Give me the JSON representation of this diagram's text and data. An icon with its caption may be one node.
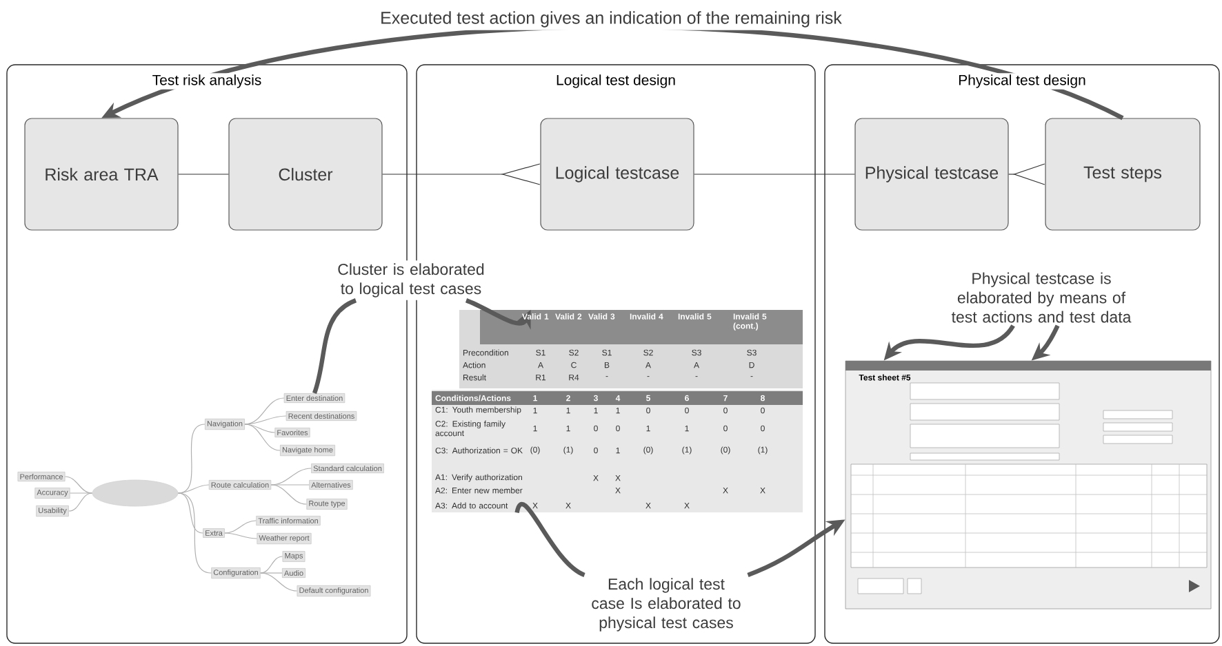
{
  "diagram": {
    "nodes": [
      {
        "text": [
          "Test risk analysis"
        ]
      },
      {
        "text": [
          "Logical test design"
        ]
      },
      {
        "text": [
          "Physical test design"
        ]
      },
      {
        "text": [
          "Risk area TRA"
        ],
        "in": 0
      },
      {
        "text": [
          "Cluster"
        ],
        "in": 0
      },
      {
        "text": [
          "Logical testcase"
        ],
        "in": 1
      },
      {
        "text": [
          "Physical testcase"
        ],
        "in": 2
      },
      {
        "text": [
          "Test steps"
        ],
        "in": 2
      },
      {
        "text": [
          "Cluster is elaborated to logical test cases"
        ]
      },
      {
        "text": [
          "Physical testcase is elaborated by means of test actions and test data"
        ],
        "in": 2
      },
      {
        "text": [
          "Each logical test case Is elaborated to physical test cases"
        ],
        "in": 1
      },
      {
        "text": [],
        "shape": "box",
        "in": 1
      },
      {
        "text": [
          "Test sheet #5"
        ],
        "in": 2
      },
      {
        "text": [],
        "shape": "ellipse",
        "in": 0
      },
      {
        "text": [
          "Performance"
        ],
        "in": 0
      },
      {
        "text": [
          "Accuracy"
        ],
        "in": 0
      },
      {
        "text": [
          "Usability"
        ],
        "in": 0
      },
      {
        "text": [
          "Navigation"
        ],
        "in": 0
      },
      {
        "text": [
          "Enter destination"
        ],
        "in": 0
      },
      {
        "text": [
          "Recent destinations"
        ],
        "in": 0
      },
      {
        "text": [
          "Favorites"
        ],
        "in": 0
      },
      {
        "text": [
          "Navigate home"
        ],
        "in": 0
      },
      {
        "text": [
          "Route calculation"
        ],
        "in": 0
      },
      {
        "text": [
          "Standard calculation"
        ],
        "in": 0
      },
      {
        "text": [
          "Alternatives"
        ],
        "in": 0
      },
      {
        "text": [
          "Route type"
        ],
        "in": 0
      },
      {
        "text": [
          "Extra"
        ],
        "in": 0
      },
      {
        "text": [
          "Traffic information"
        ],
        "in": 0
      },
      {
        "text": [
          "Weather report"
        ],
        "in": 0
      },
      {
        "text": [
          "Configuration"
        ],
        "in": 0
      },
      {
        "text": [
          "Maps"
        ],
        "in": 0
      },
      {
        "text": [
          "Audio"
        ],
        "in": 0
      },
      {
        "text": [
          "Default configuration"
        ],
        "in": 0
      }
    ],
    "edges": [
      {
        "from": 3,
        "to": 4,
        "arrow": "none",
        "color": "#333333"
      },
      {
        "from": 4,
        "to": 5,
        "arrow": "other",
        "color": "#333333"
      },
      {
        "from": 5,
        "to": 6,
        "arrow": "none",
        "color": "#333333"
      },
      {
        "from": 6,
        "to": 7,
        "arrow": "other",
        "color": "#333333"
      },
      {
        "from": 7,
        "to": 3,
        "arrow": "to",
        "label": "Executed test action gives an indication of the remaining risk",
        "style": "thick",
        "color": "#5a5a5a"
      },
      {
        "from": 8,
        "to": 18,
        "arrow": "none",
        "style": "thick",
        "color": "#5a5a5a"
      },
      {
        "from": 8,
        "to": 11,
        "arrow": "to",
        "style": "thick",
        "color": "#5a5a5a"
      },
      {
        "from": 9,
        "to": 12,
        "arrow": "to",
        "style": "thick",
        "color": "#5a5a5a"
      },
      {
        "from": 9,
        "to": 12,
        "arrow": "to",
        "style": "thick",
        "color": "#5a5a5a"
      },
      {
        "from": 10,
        "to": 11,
        "arrow": "none",
        "style": "thick",
        "color": "#5a5a5a"
      },
      {
        "from": 10,
        "to": 12,
        "arrow": "to",
        "style": "thick",
        "color": "#5a5a5a"
      },
      {
        "from": 13,
        "to": 14,
        "arrow": "none"
      },
      {
        "from": 13,
        "to": 15,
        "arrow": "none"
      },
      {
        "from": 13,
        "to": 16,
        "arrow": "none"
      },
      {
        "from": 13,
        "to": 17,
        "arrow": "none"
      },
      {
        "from": 13,
        "to": 22,
        "arrow": "none"
      },
      {
        "from": 13,
        "to": 26,
        "arrow": "none"
      },
      {
        "from": 13,
        "to": 29,
        "arrow": "none"
      },
      {
        "from": 17,
        "to": 18,
        "arrow": "none"
      },
      {
        "from": 17,
        "to": 19,
        "arrow": "none"
      },
      {
        "from": 17,
        "to": 20,
        "arrow": "none"
      },
      {
        "from": 17,
        "to": 21,
        "arrow": "none"
      },
      {
        "from": 22,
        "to": 23,
        "arrow": "none"
      },
      {
        "from": 22,
        "to": 24,
        "arrow": "none"
      },
      {
        "from": 22,
        "to": 25,
        "arrow": "none"
      },
      {
        "from": 26,
        "to": 27,
        "arrow": "none"
      },
      {
        "from": 26,
        "to": 28,
        "arrow": "none"
      },
      {
        "from": 29,
        "to": 30,
        "arrow": "none"
      },
      {
        "from": 29,
        "to": 31,
        "arrow": "none"
      },
      {
        "from": 29,
        "to": 32,
        "arrow": "none"
      }
    ],
    "labels": [
      "Valid 1",
      "Valid 2",
      "Valid 3",
      "Invalid 4",
      "Invalid 5",
      "Invalid 5 (cont.)",
      "Precondition",
      "S1",
      "S2",
      "S1",
      "S2",
      "S3",
      "S3",
      "Action",
      "A",
      "C",
      "B",
      "A",
      "A",
      "D",
      "Result",
      "R1",
      "R4",
      "-",
      "-",
      "-",
      "-",
      "Conditions/Actions",
      "1",
      "2",
      "3",
      "4",
      "5",
      "6",
      "7",
      "8",
      "C1: Youth membership",
      "1",
      "1",
      "1",
      "1",
      "0",
      "0",
      "0",
      "0",
      "C2: Existing family account",
      "1",
      "1",
      "0",
      "0",
      "1",
      "1",
      "0",
      "0",
      "C3: Authorization = OK",
      "(0)",
      "(1)",
      "0",
      "1",
      "(0)",
      "(1)",
      "(0)",
      "(1)",
      "A1: Verify authorization",
      "X",
      "X",
      "A2: Enter new member",
      "X",
      "X",
      "X",
      "A3: Add to account",
      "X",
      "X",
      "X",
      "X"
    ]
  }
}
